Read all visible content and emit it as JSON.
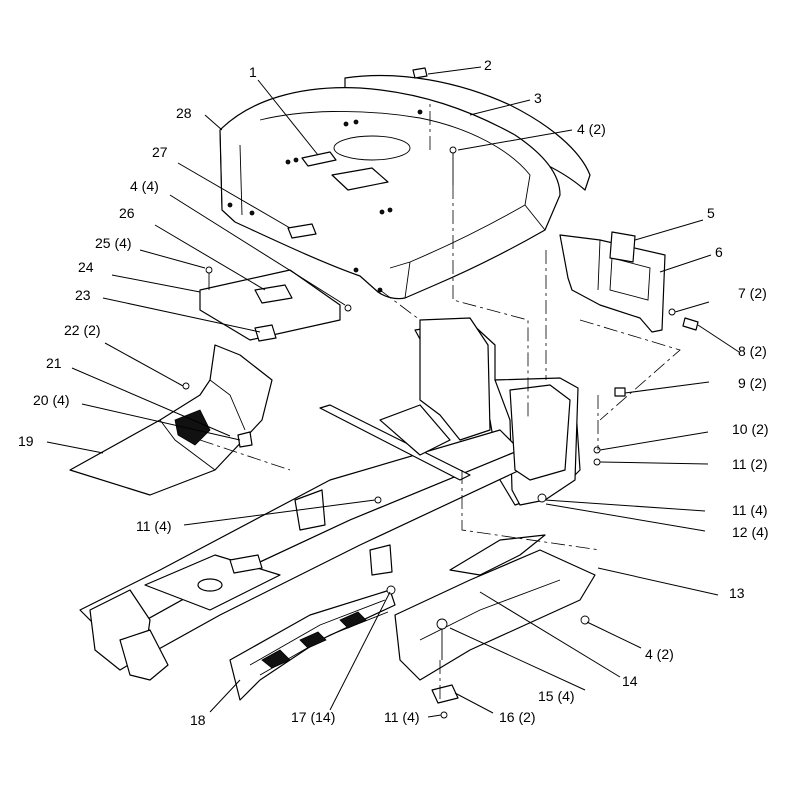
{
  "callouts": [
    {
      "id": "c1",
      "text": "1"
    },
    {
      "id": "c2",
      "text": "2"
    },
    {
      "id": "c3",
      "text": "3"
    },
    {
      "id": "c4a",
      "text": "4 (2)"
    },
    {
      "id": "c5",
      "text": "5"
    },
    {
      "id": "c6",
      "text": "6"
    },
    {
      "id": "c7",
      "text": "7 (2)"
    },
    {
      "id": "c8",
      "text": "8 (2)"
    },
    {
      "id": "c9",
      "text": "9 (2)"
    },
    {
      "id": "c10",
      "text": "10 (2)"
    },
    {
      "id": "c11a",
      "text": "11 (2)"
    },
    {
      "id": "c11b",
      "text": "11 (4)"
    },
    {
      "id": "c12",
      "text": "12 (4)"
    },
    {
      "id": "c13",
      "text": "13"
    },
    {
      "id": "c4b",
      "text": "4 (2)"
    },
    {
      "id": "c14",
      "text": "14"
    },
    {
      "id": "c15",
      "text": "15 (4)"
    },
    {
      "id": "c16",
      "text": "16 (2)"
    },
    {
      "id": "c11c",
      "text": "11 (4)"
    },
    {
      "id": "c17",
      "text": "17 (14)"
    },
    {
      "id": "c18",
      "text": "18"
    },
    {
      "id": "c11d",
      "text": "11 (4)"
    },
    {
      "id": "c19",
      "text": "19"
    },
    {
      "id": "c20",
      "text": "20 (4)"
    },
    {
      "id": "c21",
      "text": "21"
    },
    {
      "id": "c22",
      "text": "22 (2)"
    },
    {
      "id": "c23",
      "text": "23"
    },
    {
      "id": "c24",
      "text": "24"
    },
    {
      "id": "c25",
      "text": "25 (4)"
    },
    {
      "id": "c26",
      "text": "26"
    },
    {
      "id": "c4c",
      "text": "4 (4)"
    },
    {
      "id": "c27",
      "text": "27"
    },
    {
      "id": "c28",
      "text": "28"
    }
  ]
}
